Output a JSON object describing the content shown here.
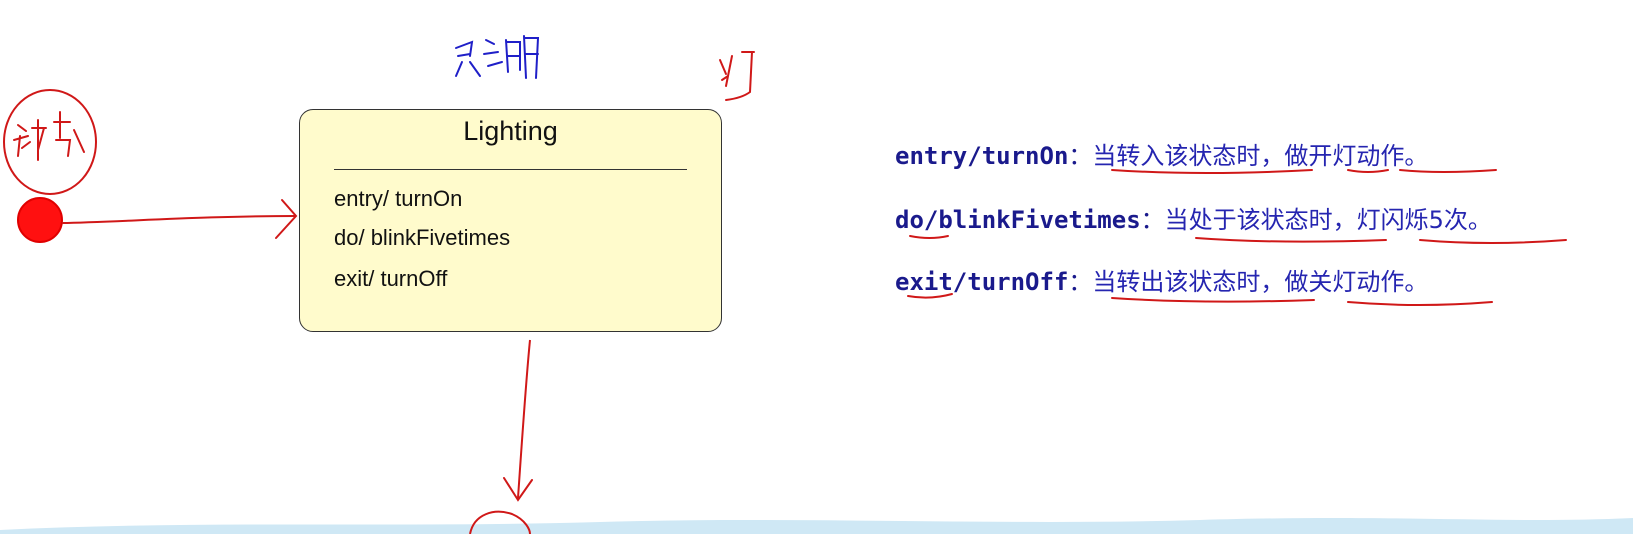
{
  "state": {
    "name": "Lighting",
    "actions": [
      {
        "label": "entry/ turnOn"
      },
      {
        "label": "do/ blinkFivetimes"
      },
      {
        "label": "exit/ turnOff"
      }
    ]
  },
  "descriptions": [
    {
      "code": "entry/turnOn",
      "sep": "：",
      "text": "当转入该状态时，做开灯动作。"
    },
    {
      "code": "do/blinkFivetimes",
      "sep": "：",
      "text": "当处于该状态时，灯闪烁5次。"
    },
    {
      "code": "exit/turnOff",
      "sep": "：",
      "text": "当转出该状态时，做关灯动作。"
    }
  ],
  "colors": {
    "ink_red": "#d01818",
    "ink_blue": "#1f1fc8",
    "state_fill": "#fffbcc",
    "desc_text": "#2525b0",
    "water": "#cfe8f5"
  },
  "handwritten_notes": {
    "initial_state_note": "初态",
    "title_note": "照明",
    "side_note": "灯"
  }
}
